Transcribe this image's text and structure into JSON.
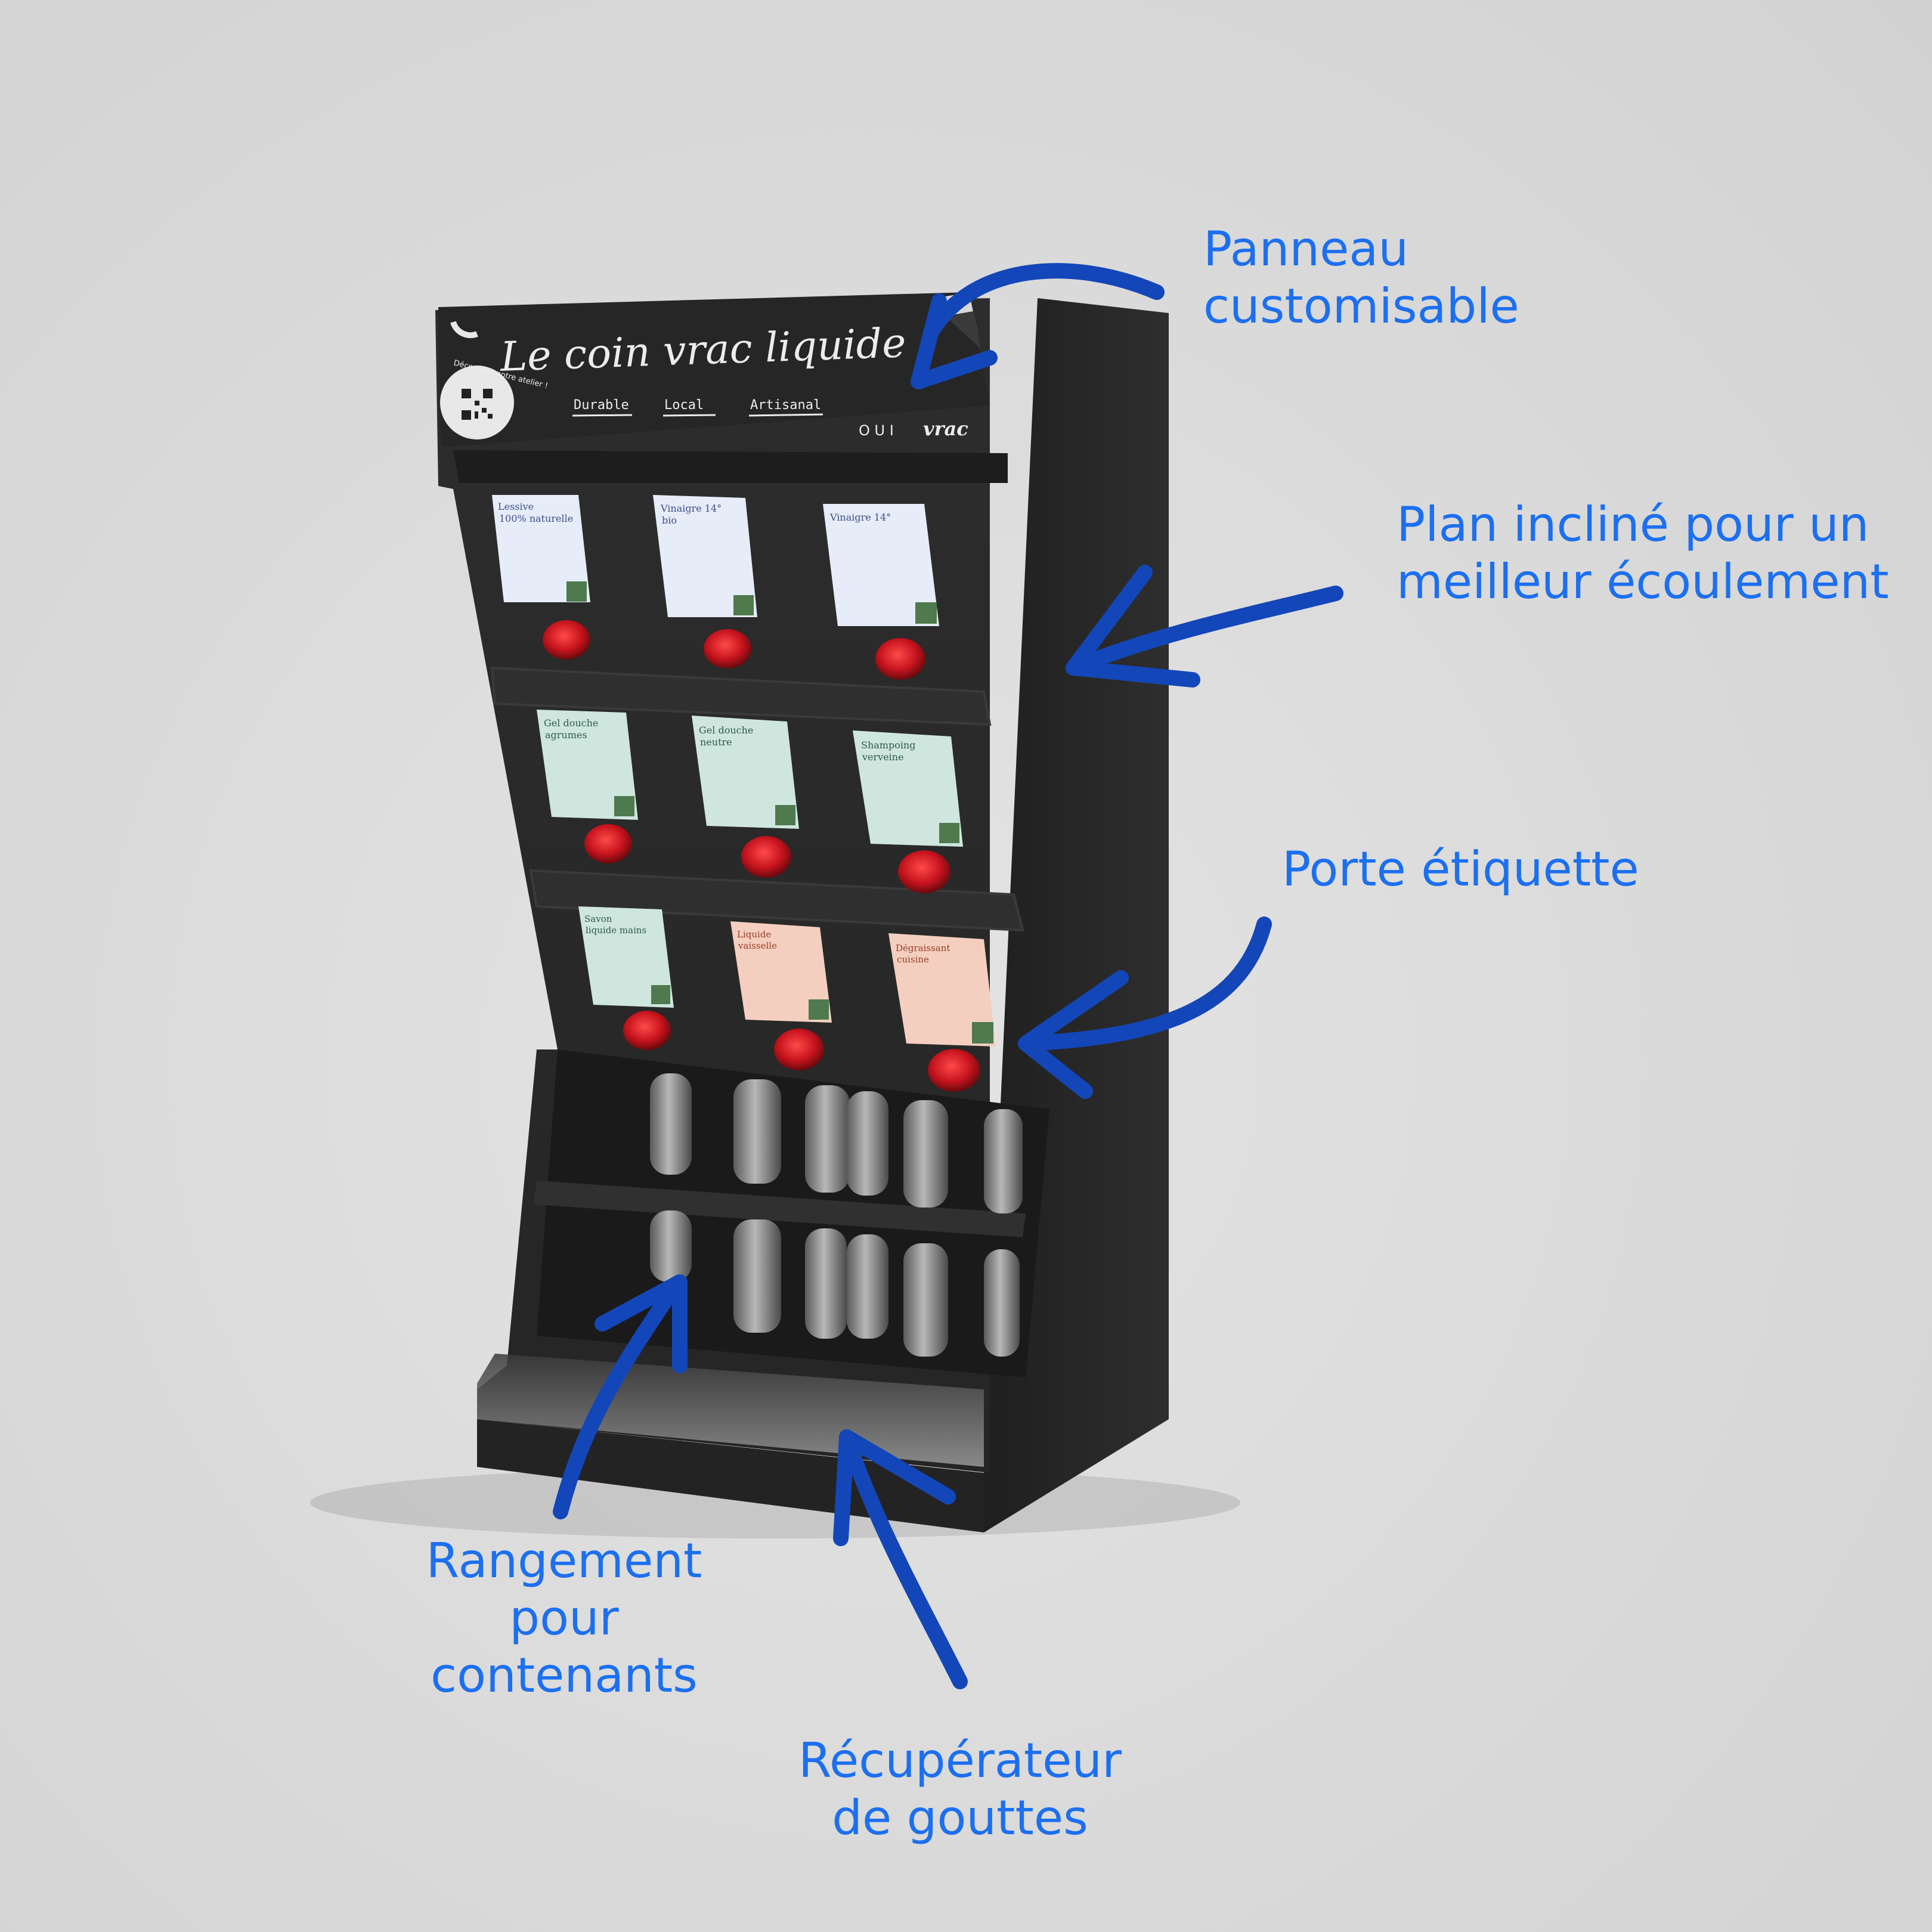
{
  "header": {
    "title": "Le coin vrac liquide",
    "tags": [
      "Durable",
      "Local",
      "Artisanal"
    ],
    "qr_caption": "Découvrez notre atelier !",
    "brand_prefix": "O U I",
    "brand_name": "vrac"
  },
  "labels": [
    {
      "title_line1": "Lessive",
      "title_line2": "100% naturelle",
      "tone": "blue"
    },
    {
      "title_line1": "Vinaigre 14°",
      "title_line2": "bio",
      "tone": "blue"
    },
    {
      "title_line1": "Vinaigre 14°",
      "title_line2": "",
      "tone": "blue"
    },
    {
      "title_line1": "Gel douche",
      "title_line2": "agrumes",
      "tone": "green"
    },
    {
      "title_line1": "Gel douche",
      "title_line2": "neutre",
      "tone": "green"
    },
    {
      "title_line1": "Shampoing",
      "title_line2": "verveine",
      "tone": "green"
    },
    {
      "title_line1": "Savon",
      "title_line2": "liquide mains",
      "tone": "green"
    },
    {
      "title_line1": "Liquide",
      "title_line2": "vaisselle",
      "tone": "peach"
    },
    {
      "title_line1": "Dégraissant",
      "title_line2": "cuisine",
      "tone": "peach"
    }
  ],
  "callouts": {
    "panel": {
      "line1": "Panneau",
      "line2": "customisable"
    },
    "slope": {
      "line1": "Plan incliné pour un",
      "line2": "meilleur écoulement"
    },
    "label_holder": {
      "line1": "Porte étiquette"
    },
    "storage": {
      "line1": "Rangement",
      "line2": "pour",
      "line3": "contenants"
    },
    "drip": {
      "line1": "Récupérateur",
      "line2": "de gouttes"
    }
  },
  "colors": {
    "background": "#dcdcdc",
    "furniture": "#2b2b2b",
    "accent_blue": "#1c6ff0",
    "arrow_blue": "#1346b8",
    "tap_red": "#c8141e",
    "label_blue": "#e6ecf8",
    "label_green": "#cfe6df",
    "label_peach": "#f4cfc0"
  }
}
